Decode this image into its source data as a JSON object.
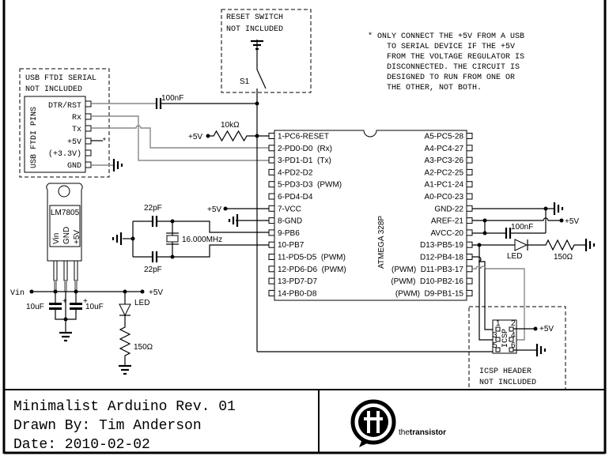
{
  "reset_box": {
    "line1": "RESET SWITCH",
    "line2": "NOT INCLUDED",
    "switch_label": "S1"
  },
  "note": {
    "lines": [
      "*  ONLY CONNECT THE +5V FROM A USB",
      "TO SERIAL DEVICE IF THE +5V",
      "FROM THE VOLTAGE REGULATOR IS",
      "DISCONNECTED. THE CIRCUIT IS",
      "DESIGNED TO RUN FROM ONE OR",
      "THE OTHER, NOT BOTH."
    ]
  },
  "ftdi": {
    "line1": "USB FTDI SERIAL",
    "line2": "NOT INCLUDED",
    "vertical_label": "USB FTDI PINS",
    "pins": [
      "DTR/RST",
      "Rx",
      "Tx",
      "+5V",
      "(+3.3V)",
      "GND"
    ],
    "star": "*"
  },
  "components": {
    "reset_cap": "100nF",
    "reset_res": "10kΩ",
    "vplus": "+5V",
    "xtal_cap_top": "22pF",
    "xtal_cap_bottom": "22pF",
    "crystal": "16.000MHz",
    "aref_cap": "100nF",
    "led13": "LED",
    "res13": "150Ω",
    "regulator": "LM7805",
    "reg_pins": [
      "Vin",
      "GND",
      "+5V"
    ],
    "vin": "Vin",
    "cap_left": "10uF",
    "cap_right": "10uF",
    "plus": "+",
    "power_led": "LED",
    "power_res": "150Ω"
  },
  "chip": {
    "name": "ATMEGA  328P",
    "left_pins": [
      "1-PC6-RESET",
      "2-PD0-D0  (Rx)",
      "3-PD1-D1  (Tx)",
      "4-PD2-D2",
      "5-PD3-D3  (PWM)",
      "6-PD4-D4",
      "7-VCC",
      "8-GND",
      "9-PB6",
      "10-PB7",
      "11-PD5-D5  (PWM)",
      "12-PD6-D6  (PWM)",
      "13-PD7-D7",
      "14-PB0-D8"
    ],
    "right_pins": [
      "A5-PC5-28",
      "A4-PC4-27",
      "A3-PC3-26",
      "A2-PC2-25",
      "A1-PC1-24",
      "A0-PC0-23",
      "GND-22",
      "AREF-21",
      "AVCC-20",
      "D13-PB5-19",
      "D12-PB4-18",
      "(PWM)  D11-PB3-17",
      "(PWM)  D10-PB2-16",
      "(PWM)  D9-PB1-15"
    ]
  },
  "icsp": {
    "label": "ICSP",
    "pin_numbers": [
      "1",
      "2",
      "3",
      "4",
      "5",
      "6"
    ],
    "line1": "ICSP HEADER",
    "line2": "NOT INCLUDED"
  },
  "title_block": {
    "title": "Minimalist Arduino Rev. 01",
    "drawn_by": "Drawn By: Tim Anderson",
    "date": "Date: 2010-02-02",
    "logo_text_light": "the",
    "logo_text_bold": "transistor"
  }
}
